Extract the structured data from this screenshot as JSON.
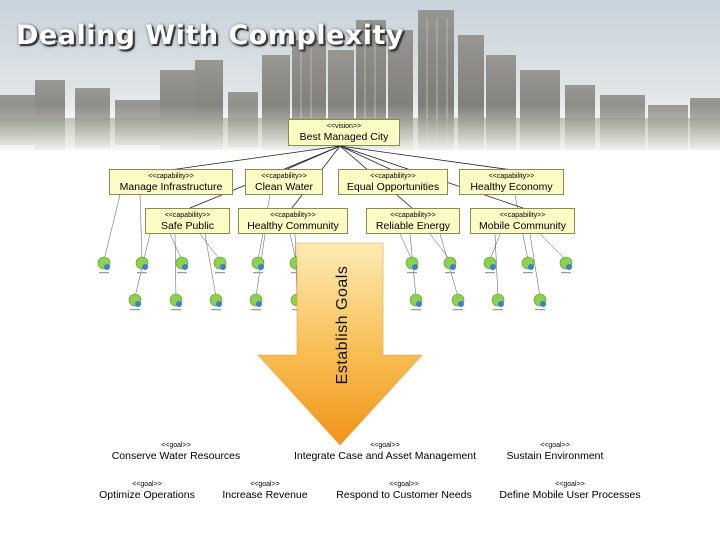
{
  "title": "Dealing With Complexity",
  "vision": {
    "stereotype": "<<vision>>",
    "name": "Best Managed City"
  },
  "capabilities_row1": [
    {
      "stereotype": "<<capability>>",
      "name": "Manage Infrastructure"
    },
    {
      "stereotype": "<<capability>>",
      "name": "Clean Water"
    },
    {
      "stereotype": "<<capability>>",
      "name": "Equal Opportunities"
    },
    {
      "stereotype": "<<capability>>",
      "name": "Healthy Economy"
    }
  ],
  "capabilities_row2": [
    {
      "stereotype": "<<capability>>",
      "name": "Safe Public"
    },
    {
      "stereotype": "<<capability>>",
      "name": "Healthy Community"
    },
    {
      "stereotype": "<<capability>>",
      "name": "Reliable Energy"
    },
    {
      "stereotype": "<<capability>>",
      "name": "Mobile Community"
    }
  ],
  "arrow_label": "Establish Goals",
  "goals_row1": [
    {
      "stereotype": "<<goal>>",
      "name": "Conserve Water Resources"
    },
    {
      "stereotype": "<<goal>>",
      "name": "Integrate Case and Asset Management"
    },
    {
      "stereotype": "<<goal>>",
      "name": "Sustain Environment"
    }
  ],
  "goals_row2": [
    {
      "stereotype": "<<goal>>",
      "name": "Optimize Operations"
    },
    {
      "stereotype": "<<goal>>",
      "name": "Increase Revenue"
    },
    {
      "stereotype": "<<goal>>",
      "name": "Respond to Customer Needs"
    },
    {
      "stereotype": "<<goal>>",
      "name": "Define Mobile User Processes"
    }
  ],
  "colors": {
    "box_fill": "#fbfbc4",
    "arrow_top": "#fde7a6",
    "arrow_bottom": "#f29a1c",
    "node_green": "#8fd14f",
    "node_blue": "#3c7fd6"
  },
  "icons": [
    "sub-goal-node-icon"
  ]
}
